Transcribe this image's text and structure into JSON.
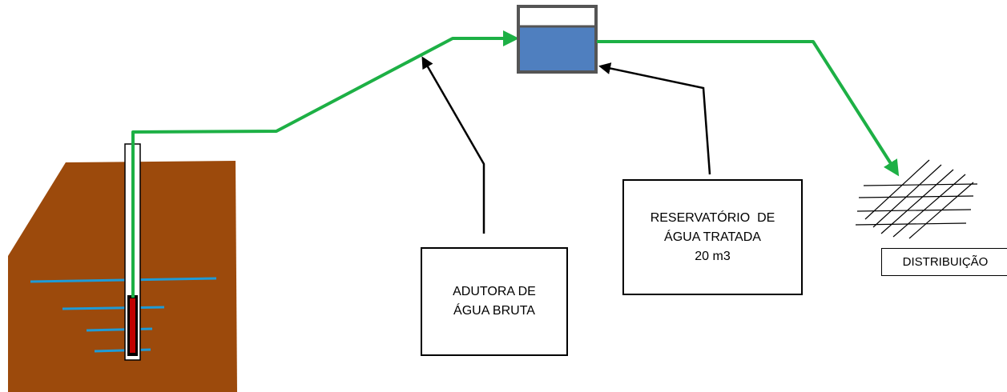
{
  "labels": {
    "adutora": [
      "ADUTORA DE",
      "ÁGUA BRUTA"
    ],
    "reservatorio": [
      "RESERVATÓRIO  DE",
      "ÁGUA TRATADA",
      "20 m3"
    ],
    "distribuicao": "DISTRIBUIÇÃO"
  },
  "colors": {
    "ground": "#9C4A0C",
    "pipe": "#1DB045",
    "water_level": "#1E9BD7",
    "tank_water": "#4F7FBF",
    "tank_frame": "#555555",
    "pump": "#C00000",
    "lines": "#000000"
  },
  "icons": {
    "well": "well-casing-icon",
    "pump": "submersible-pump-icon",
    "tank": "water-tank-icon",
    "network": "distribution-grid-icon"
  }
}
